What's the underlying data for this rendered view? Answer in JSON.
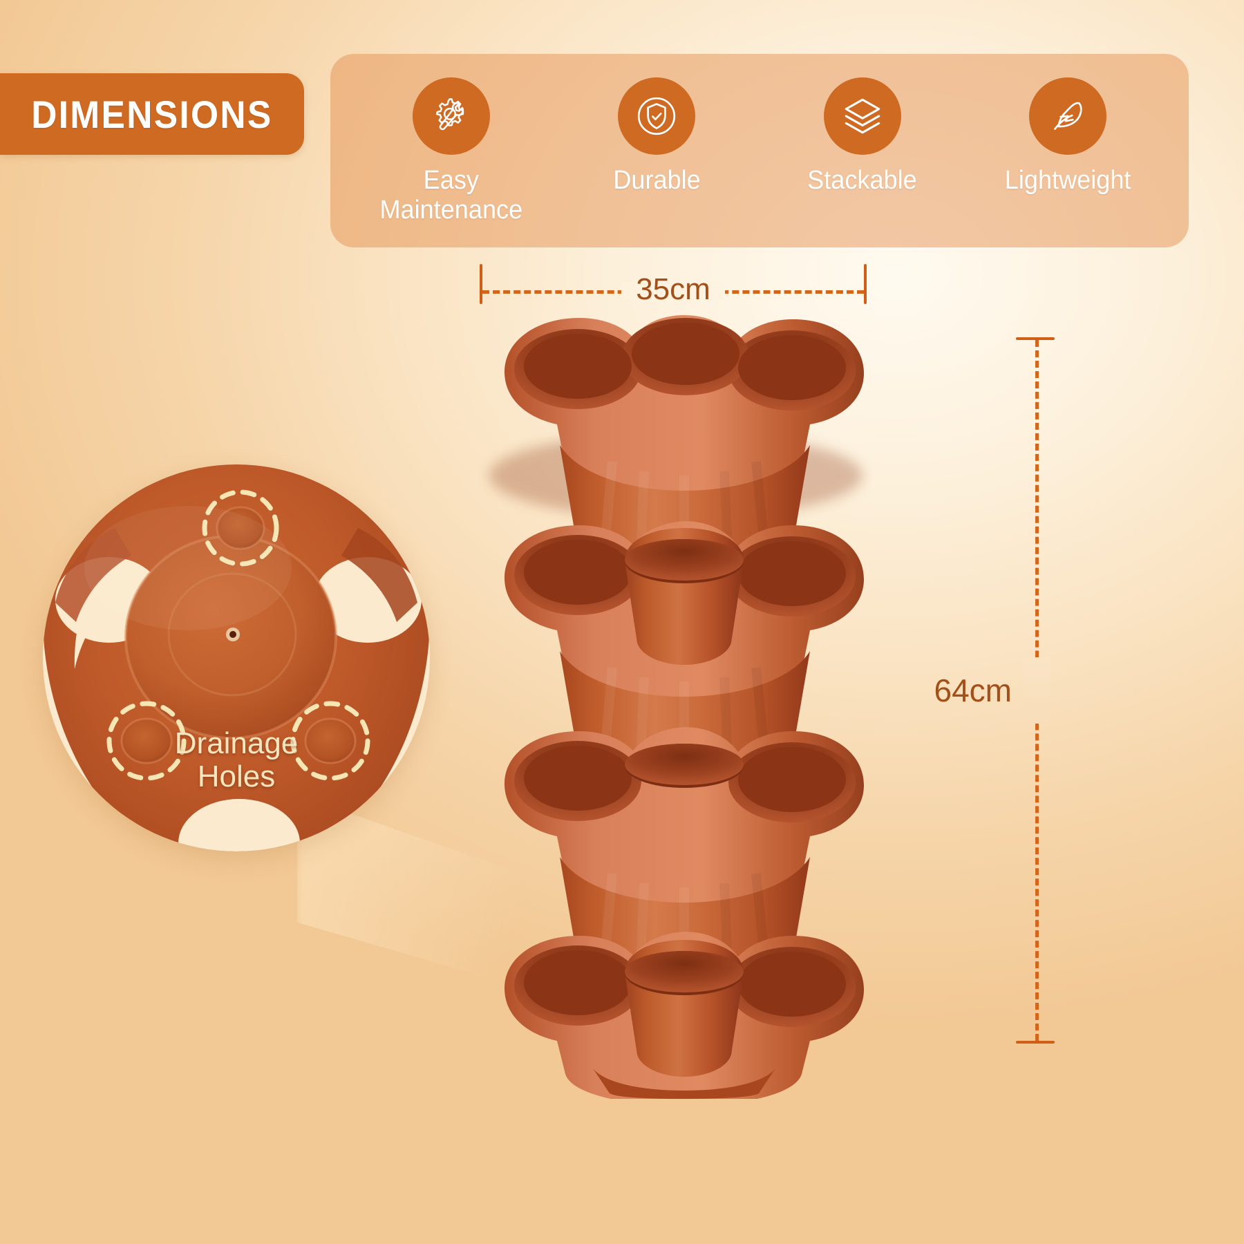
{
  "banner": {
    "title": "DIMENSIONS"
  },
  "features": [
    {
      "label": "Easy\nMaintenance",
      "label_line1": "Easy",
      "label_line2": "Maintenance",
      "icon": "gear-wrench-icon"
    },
    {
      "label": "Durable",
      "label_line1": "Durable",
      "label_line2": "",
      "icon": "shield-check-icon"
    },
    {
      "label": "Stackable",
      "label_line1": "Stackable",
      "label_line2": "",
      "icon": "stacked-layers-icon"
    },
    {
      "label": "Lightweight",
      "label_line1": "Lightweight",
      "label_line2": "",
      "icon": "feather-icon"
    }
  ],
  "dimensions": {
    "width_label": "35cm",
    "height_label": "64cm"
  },
  "inset": {
    "label_line1": "Drainage",
    "label_line2": "Holes"
  },
  "colors": {
    "accent_orange": "#cf6a22",
    "dim_line": "#d4661b",
    "dim_text": "#a2501a",
    "terracotta": "#c1592c",
    "terracotta_light": "#d9764a",
    "terracotta_dark": "#9c4120",
    "panel": "rgba(226,140,74,0.46)",
    "label_cream": "#f6e6c0"
  }
}
